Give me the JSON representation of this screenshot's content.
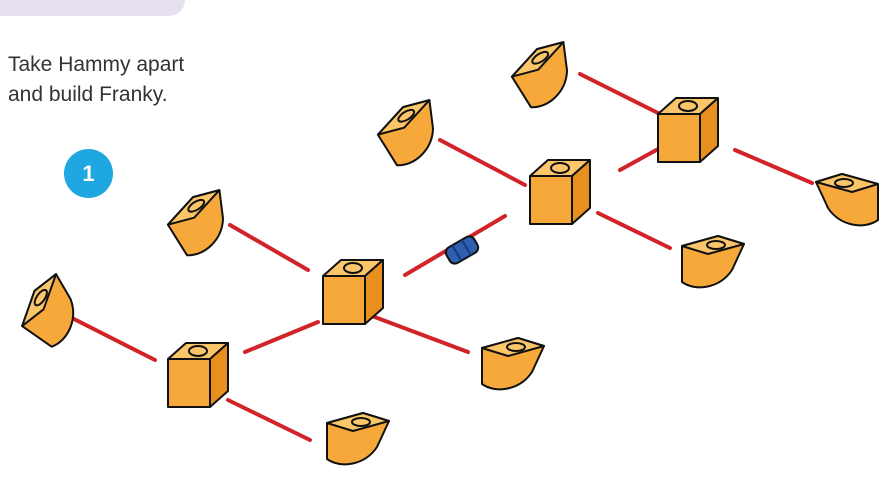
{
  "instruction": {
    "line1": "Take Hammy apart",
    "line2": "and build Franky."
  },
  "step_number": "1",
  "colors": {
    "header_tab": "#e6e0ef",
    "step_badge": "#1ea7e1",
    "connector_line": "#d2232a",
    "cube_face": "#f6a93a",
    "cube_side": "#e8901f",
    "cube_top": "#fbc66a",
    "axle": "#2f5fb0",
    "text": "#333333"
  }
}
